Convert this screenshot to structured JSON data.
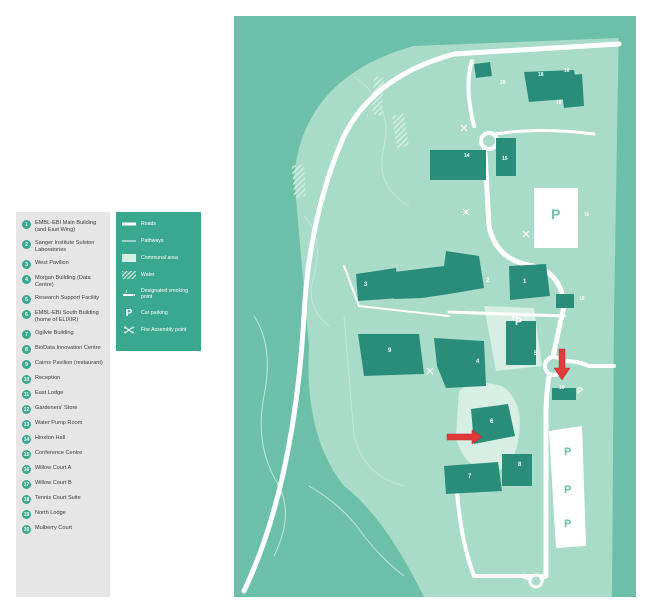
{
  "legend": {
    "items": [
      {
        "num": "1",
        "label": "EMBL-EBI Main Building (and East Wing)"
      },
      {
        "num": "2",
        "label": "Sanger Institute Sulston Laboratories"
      },
      {
        "num": "3",
        "label": "West Pavilion"
      },
      {
        "num": "4",
        "label": "Morgan Building (Data Centre)"
      },
      {
        "num": "5",
        "label": "Research Support Facility"
      },
      {
        "num": "6",
        "label": "EMBL-EBI South Building (home of ELIXIR)"
      },
      {
        "num": "7",
        "label": "Ogilvie Building"
      },
      {
        "num": "8",
        "label": "BioData Innovation Centre"
      },
      {
        "num": "9",
        "label": "Cairns Pavilion (restaurant)"
      },
      {
        "num": "10",
        "label": "Reception"
      },
      {
        "num": "11",
        "label": "East Lodge"
      },
      {
        "num": "12",
        "label": "Gardeners' Store"
      },
      {
        "num": "13",
        "label": "Water Pump Room"
      },
      {
        "num": "14",
        "label": "Hinxton Hall"
      },
      {
        "num": "15",
        "label": "Conference Centre"
      },
      {
        "num": "16",
        "label": "Willow Court A"
      },
      {
        "num": "17",
        "label": "Willow Court B"
      },
      {
        "num": "18",
        "label": "Tennis Court Suite"
      },
      {
        "num": "19",
        "label": "North Lodge"
      },
      {
        "num": "20",
        "label": "Mulberry Court"
      }
    ]
  },
  "key": {
    "roads": "Roads",
    "pathways": "Pathways",
    "communal": "Communal area",
    "water": "Water",
    "smoking": "Designated smoking point",
    "parking": "Car parking",
    "fire": "Fire Assembly point",
    "parking_symbol": "P"
  },
  "map_labels": {
    "b1": "1",
    "b2": "2",
    "b3": "3",
    "b4": "4",
    "b5": "5",
    "b6": "6",
    "b7": "7",
    "b8": "8",
    "b9": "9",
    "b10": "10",
    "b11": "11",
    "b12": "12",
    "b14": "14",
    "b15": "15",
    "b16": "16",
    "b17": "17",
    "b18": "18",
    "b19": "19",
    "b20": "20",
    "p": "P"
  },
  "colors": {
    "map_bg": "#6cc0a9",
    "map_light": "#a8dcc9",
    "communal": "#d6eee4",
    "building": "#2a8d7a",
    "road": "#ffffff",
    "marker": "#e03a3a",
    "legend_bg": "#e6e6e6",
    "key_bg": "#3aa78f"
  }
}
